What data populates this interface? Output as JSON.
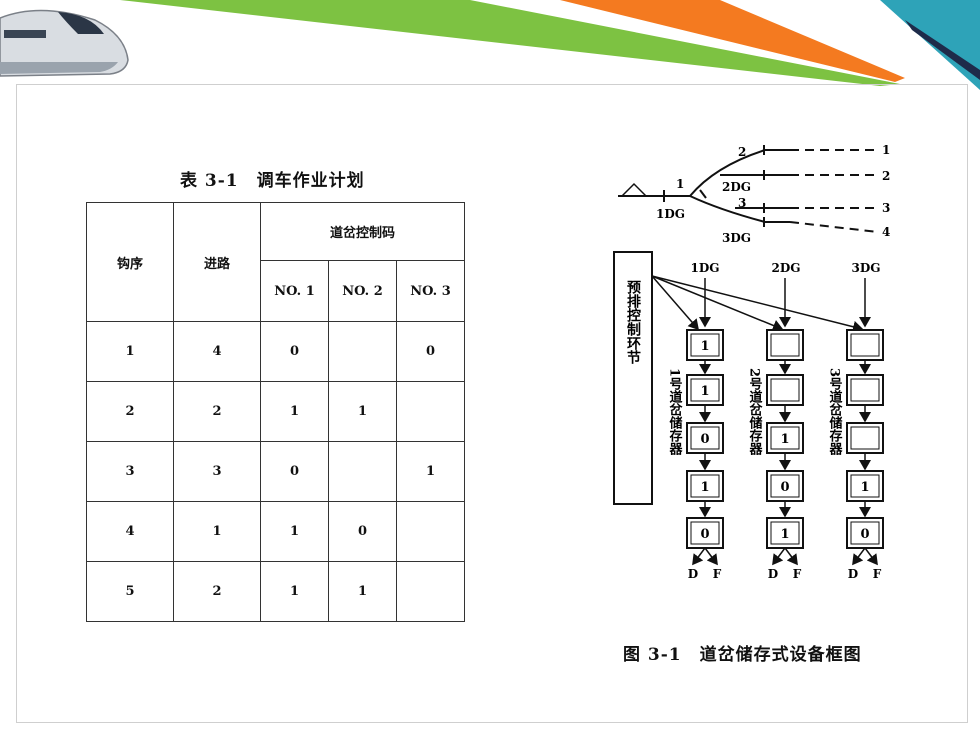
{
  "table": {
    "title": "表 3-1　调车作业计划",
    "headers": {
      "hook_order": "钩序",
      "route": "进路",
      "switch_code": "道岔控制码",
      "no1": "NO. 1",
      "no2": "NO. 2",
      "no3": "NO. 3"
    },
    "rows": [
      {
        "hook": "1",
        "route": "4",
        "no1": "0",
        "no2": "",
        "no3": "0"
      },
      {
        "hook": "2",
        "route": "2",
        "no1": "1",
        "no2": "1",
        "no3": ""
      },
      {
        "hook": "3",
        "route": "3",
        "no1": "0",
        "no2": "",
        "no3": "1"
      },
      {
        "hook": "4",
        "route": "1",
        "no1": "1",
        "no2": "0",
        "no3": ""
      },
      {
        "hook": "5",
        "route": "2",
        "no1": "1",
        "no2": "1",
        "no3": ""
      }
    ]
  },
  "figure": {
    "caption": "图 3-1　道岔储存式设备框图",
    "track_labels": {
      "dg1": "1DG",
      "dg2": "2DG",
      "dg3": "3DG",
      "sw1": "1",
      "sw2": "2",
      "sw3": "3"
    },
    "track_ends": [
      "1",
      "2",
      "3",
      "4"
    ],
    "control_unit": "预排控制环节",
    "column_headers": [
      "1DG",
      "2DG",
      "3DG"
    ],
    "column_labels": [
      "1号道岔储存器",
      "2号道岔储存器",
      "3号道岔储存器"
    ],
    "registers": [
      [
        "1",
        "1",
        "0",
        "1",
        "0"
      ],
      [
        "",
        "",
        "1",
        "0",
        "1"
      ],
      [
        "",
        "",
        "",
        "1",
        "0"
      ]
    ],
    "outputs": [
      "D",
      "F"
    ]
  },
  "colors": {
    "green": "#7dc242",
    "orange": "#f47a20",
    "teal": "#2ea3b8",
    "ink": "#111111"
  }
}
